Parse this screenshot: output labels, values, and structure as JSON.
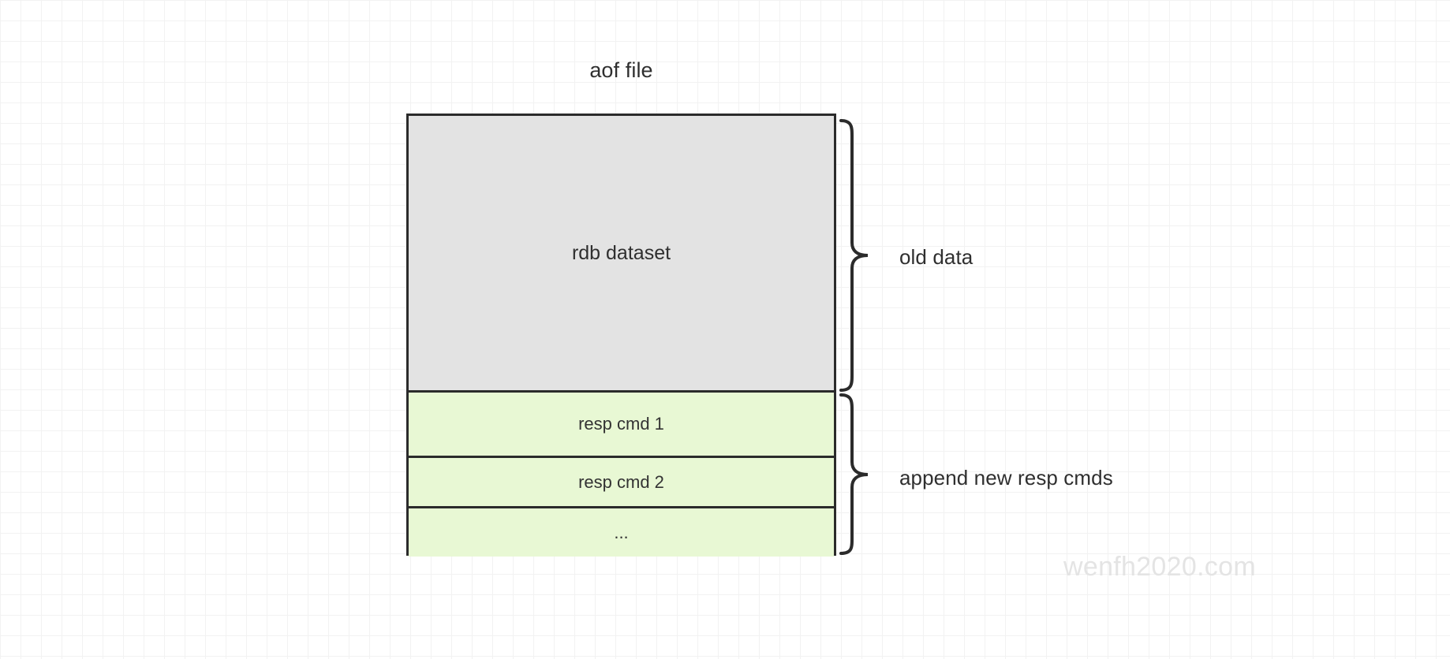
{
  "diagram": {
    "title": "aof file",
    "watermark": "wenfh2020.com",
    "colors": {
      "rdb_fill": "#e3e3e3",
      "cmd_fill": "#e8f8d4",
      "stroke": "#2b2b2b",
      "text": "#2f2f2f",
      "watermark": "#e4e4e4",
      "grid_minor": "#f2f2f2",
      "grid_major": "#e6e6e6"
    },
    "segments": [
      {
        "id": "rdb-dataset",
        "label": "rdb dataset",
        "fill": "#e3e3e3"
      },
      {
        "id": "resp-cmd-1",
        "label": "resp cmd 1",
        "fill": "#e8f8d4"
      },
      {
        "id": "resp-cmd-2",
        "label": "resp cmd 2",
        "fill": "#e8f8d4"
      },
      {
        "id": "resp-cmd-more",
        "label": "...",
        "fill": "#e8f8d4"
      }
    ],
    "annotations": [
      {
        "id": "old-data",
        "label": "old data",
        "spans": [
          "rdb-dataset"
        ]
      },
      {
        "id": "new-cmds",
        "label": "append new resp cmds",
        "spans": [
          "resp-cmd-1",
          "resp-cmd-2",
          "resp-cmd-more"
        ]
      }
    ]
  }
}
